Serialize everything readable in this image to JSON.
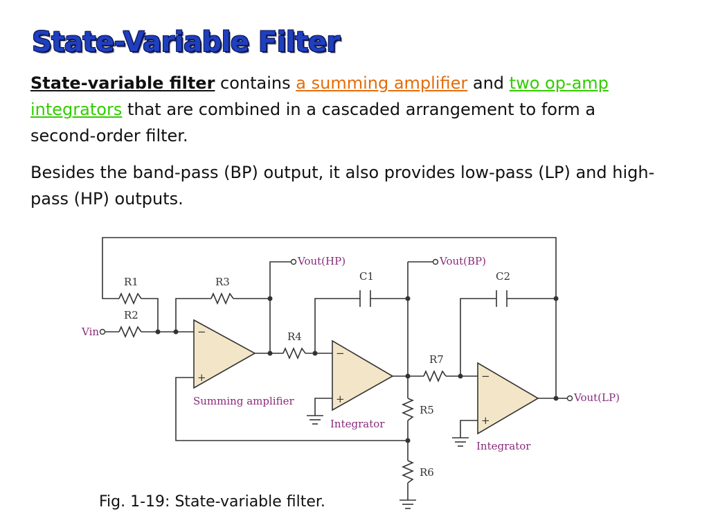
{
  "slide": {
    "title": "State-Variable Filter",
    "para1": {
      "bold": "State-variable filter",
      "t1": " contains ",
      "orange": "a summing amplifier",
      "t2": " and ",
      "green": "two op-amp integrators",
      "t3": " that are combined in a cascaded arrangement to form a second-order filter."
    },
    "para2": "Besides the band-pass (BP) output, it also provides low-pass (LP) and high-pass (HP) outputs.",
    "caption": "Fig. 1-19: State-variable filter."
  },
  "circuit": {
    "vin": "Vin",
    "vout_hp": "Vout(HP)",
    "vout_bp": "Vout(BP)",
    "vout_lp": "Vout(LP)",
    "r1": "R1",
    "r2": "R2",
    "r3": "R3",
    "r4": "R4",
    "r5": "R5",
    "r6": "R6",
    "r7": "R7",
    "c1": "C1",
    "c2": "C2",
    "summing_label": "Summing amplifier",
    "integrator1_label": "Integrator",
    "integrator2_label": "Integrator",
    "minus": "−",
    "plus": "+"
  },
  "colors": {
    "title": "#1f3fbf",
    "highlight_orange": "#e46c0a",
    "highlight_green": "#33cc00",
    "op_amp_fill": "#f3e6c8",
    "signal_label": "#8a2a7a"
  }
}
